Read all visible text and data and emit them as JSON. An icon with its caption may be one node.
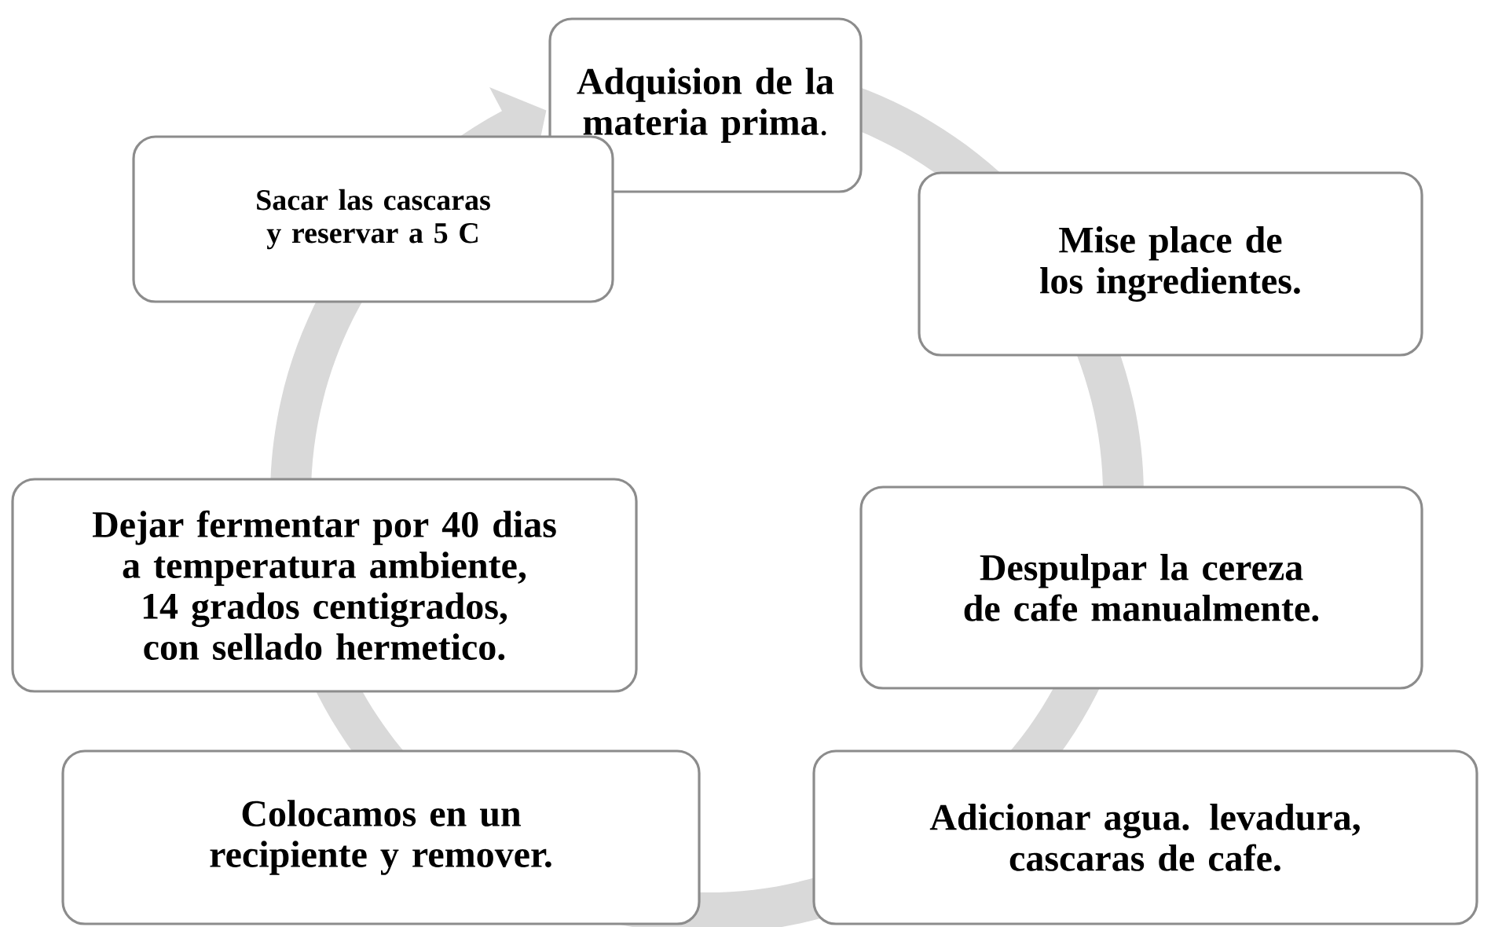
{
  "diagram": {
    "nodes": [
      {
        "text": [
          "**Adquision de la materia prima**."
        ]
      },
      {
        "text": [
          "Mise place de los ingredientes."
        ]
      },
      {
        "text": [
          "Despulpar la cereza de cafe manualmente."
        ]
      },
      {
        "text": [
          "Adicionar agua. levadura, cascaras de cafe."
        ]
      },
      {
        "text": [
          "Colocamos en un recipiente y remover."
        ]
      },
      {
        "text": [
          "Dejar fermentar por 40 dias a temperatura ambiente,  14 grados centigrados, con sellado hermetico."
        ]
      },
      {
        "text": [
          "Sacar las cascaras y reservar a 5 C"
        ]
      }
    ]
  }
}
